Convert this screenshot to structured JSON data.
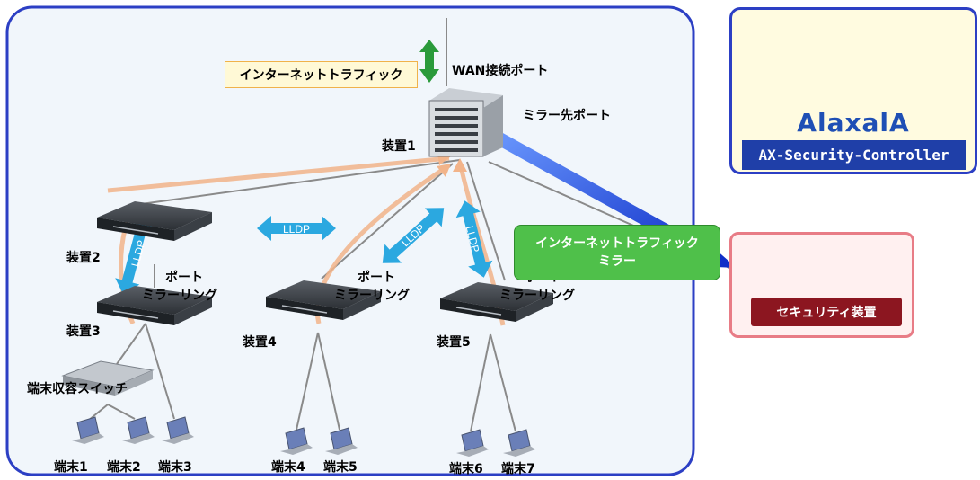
{
  "top": {
    "internet_traffic": "インターネットトラフィック",
    "wan_port": "WAN接続ポート",
    "mirror_dest_port": "ミラー先ポート"
  },
  "devices": {
    "d1": "装置1",
    "d2": "装置2",
    "d3": "装置3",
    "d4": "装置4",
    "d5": "装置5"
  },
  "port_mirroring": {
    "a": {
      "line1": "ポート",
      "line2": "ミラーリング"
    },
    "b": {
      "line1": "ポート",
      "line2": "ミラーリング"
    },
    "c": {
      "line1": "ポート",
      "line2": "ミラーリング"
    }
  },
  "lldp": [
    "LLDP",
    "LLDP",
    "LLDP",
    "LLDP"
  ],
  "mirror_callout": {
    "line1": "インターネットトラフィック",
    "line2": "ミラー"
  },
  "controller": {
    "logo": "AlaxalA",
    "name": "AX-Security-Controller"
  },
  "security": {
    "label": "セキュリティ装置"
  },
  "access_switch": "端末収容スイッチ",
  "terminals": [
    "端末1",
    "端末2",
    "端末3",
    "端末4",
    "端末5",
    "端末6",
    "端末7"
  ],
  "colors": {
    "main_border": "#2c3fc4",
    "main_fill": "#f1f6fb",
    "traffic": "#f2b48a",
    "lldp": "#2ba8e0",
    "mirror_arrow": "#1f4fd8",
    "wan_arrow": "#2a9a3a"
  }
}
